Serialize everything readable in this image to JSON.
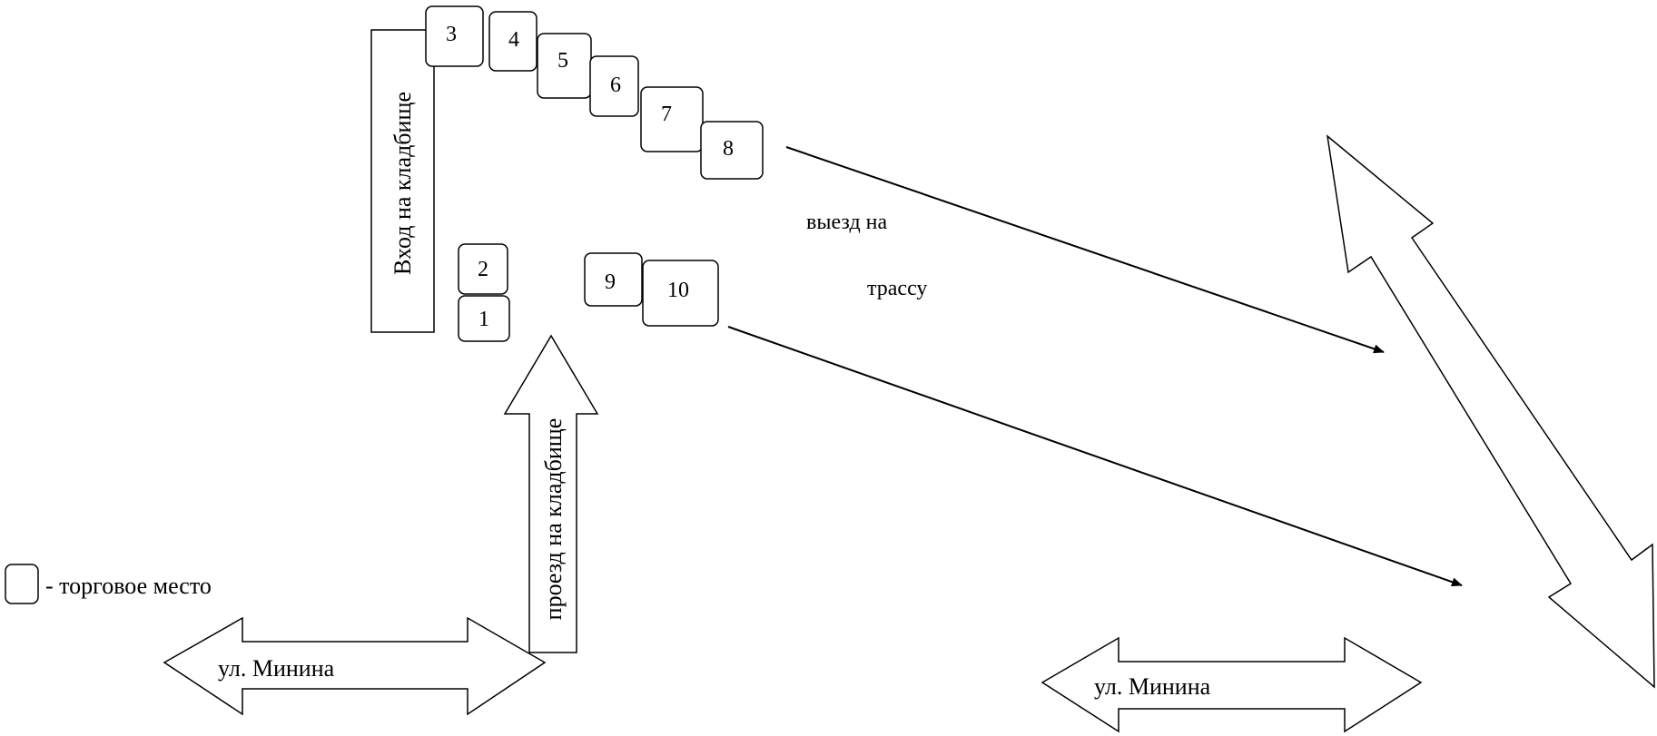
{
  "stalls": [
    "1",
    "2",
    "3",
    "4",
    "5",
    "6",
    "7",
    "8",
    "9",
    "10"
  ],
  "labels": {
    "entrance": "Вход на кладбище",
    "driveway": "проезд на кладбище",
    "exit_line1": "выезд на",
    "exit_line2": "трассу",
    "street_left": "ул. Минина",
    "street_right": "ул. Минина"
  },
  "legend": {
    "text": "- торговое место"
  }
}
